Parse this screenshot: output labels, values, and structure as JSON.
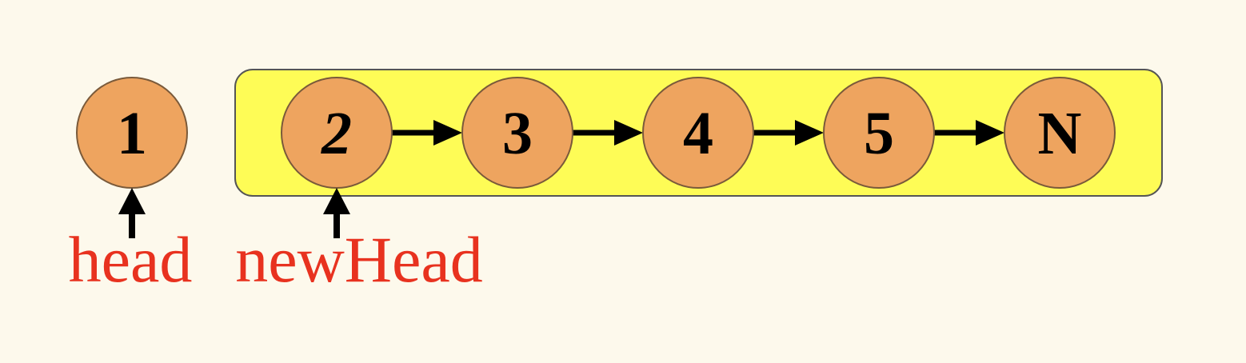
{
  "colors": {
    "background": "#fdf9ec",
    "node_fill": "#eea45f",
    "node_stroke": "#7a5a3a",
    "highlight_fill": "#fefc56",
    "highlight_stroke": "#555555",
    "arrow": "#000000",
    "pointer_text": "#e8321f"
  },
  "nodes": [
    {
      "label": "1",
      "italic": false
    },
    {
      "label": "2",
      "italic": true
    },
    {
      "label": "3",
      "italic": false
    },
    {
      "label": "4",
      "italic": false
    },
    {
      "label": "5",
      "italic": false
    },
    {
      "label": "N",
      "italic": false
    }
  ],
  "pointers": [
    {
      "label": "head",
      "target_node": 0
    },
    {
      "label": "newHead",
      "target_node": 1
    }
  ],
  "links": [
    [
      1,
      2
    ],
    [
      2,
      3
    ],
    [
      3,
      4
    ],
    [
      4,
      5
    ]
  ],
  "highlight_group": {
    "from_node": 1,
    "to_node": 5
  }
}
